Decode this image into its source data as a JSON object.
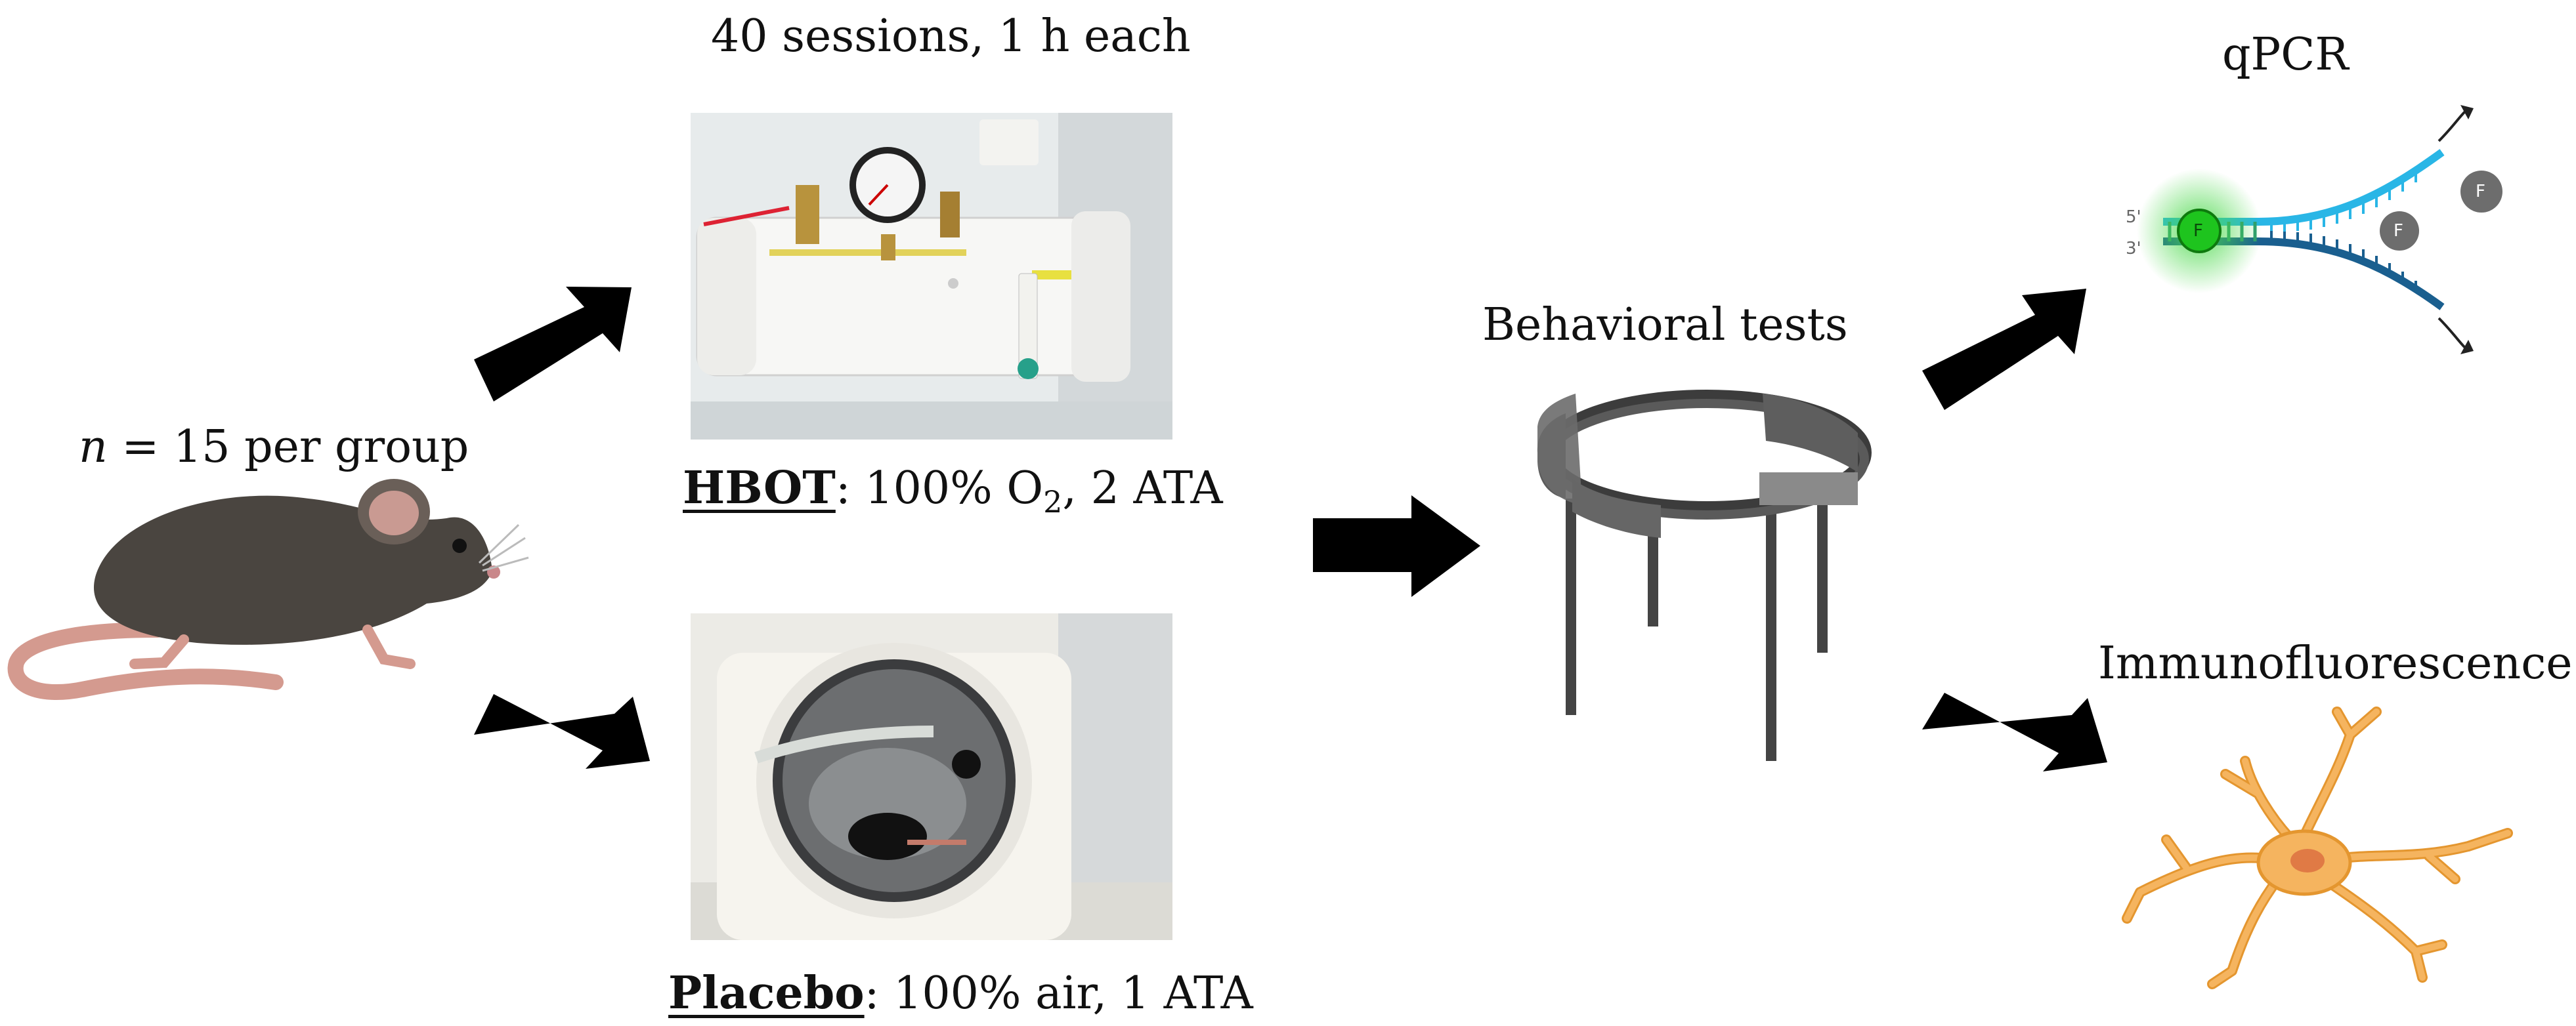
{
  "sessions_label": "40 sessions, 1 h each",
  "group": {
    "italic": "n",
    "text": " = 15 per group"
  },
  "hbot": {
    "name": "HBOT",
    "desc_a": ": 100% O",
    "subscript": "2",
    "desc_b": ", 2 ATA"
  },
  "placebo": {
    "name": "Placebo",
    "desc": ": 100% air, 1 ATA"
  },
  "behavioral_label": "Behavioral tests",
  "qpcr": {
    "title": "qPCR",
    "strand5": "5'",
    "strand3": "3'",
    "fluor": "F"
  },
  "immuno_label": "Immunofluorescence",
  "colors": {
    "arrow": "#000000",
    "mouse_body": "#4a4540",
    "mouse_tail": "#d49a8f",
    "maze": "#555555",
    "dna_light": "#29b6e6",
    "dna_dark": "#1a5f8f",
    "fluor_glow": "#4cd94c",
    "neuron": "#f5b45f"
  }
}
